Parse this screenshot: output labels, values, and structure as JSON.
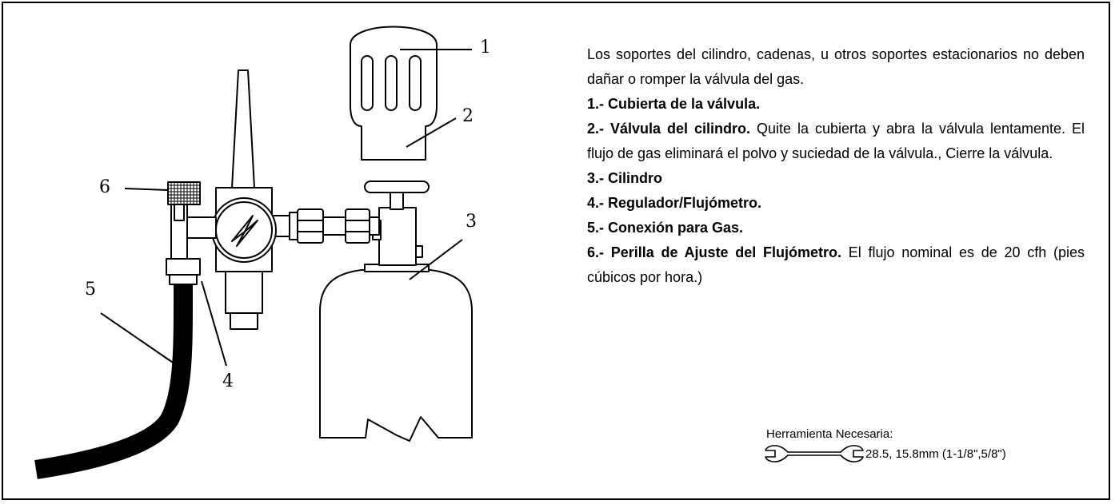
{
  "callouts": [
    "1",
    "2",
    "3",
    "4",
    "5",
    "6"
  ],
  "intro": "Los soportes del cilindro, cadenas, u otros soportes estacionarios no deben  dañar o romper la válvula del gas.",
  "items": [
    {
      "label": "1.-  Cubierta de la válvula.",
      "text": ""
    },
    {
      "label": "2.-  Válvula del cilindro.",
      "text": " Quite la cubierta y abra la válvula lentamente. El flujo de gas eliminará el polvo y suciedad de la válvula., Cierre la válvula."
    },
    {
      "label": "3.- Cilindro",
      "text": ""
    },
    {
      "label": "4.- Regulador/Flujómetro.",
      "text": ""
    },
    {
      "label": "5.-  Conexión para Gas.",
      "text": ""
    },
    {
      "label": "6.-  Perilla de Ajuste del Flujómetro.",
      "text": " El flujo nominal es de 20 cfh (pies cúbicos por hora.)"
    }
  ],
  "tool": {
    "title": "Herramienta  Necesaria:",
    "spec": "28.5, 15.8mm (1-1/8\",5/8\")",
    "icon": "wrench-icon"
  }
}
